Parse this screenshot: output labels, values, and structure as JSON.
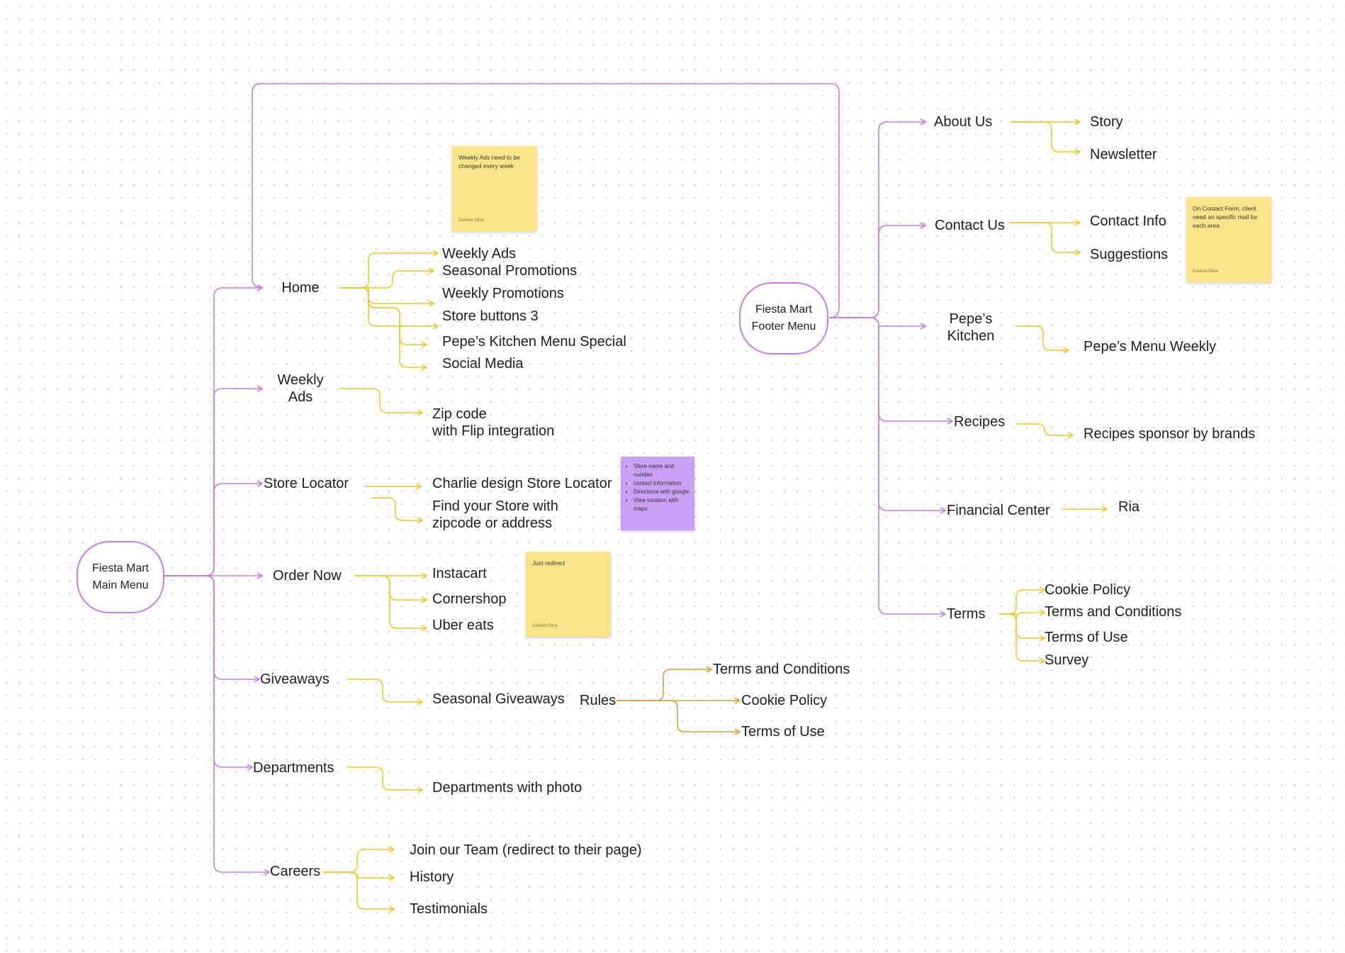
{
  "colors": {
    "main_connector": "#c67de8",
    "sub_connector": "#f5c531",
    "rules_connector": "#d4a23a",
    "sticky_yellow": "#fbe58a",
    "sticky_purple": "#c9a0f5"
  },
  "main_menu": {
    "root": "Fiesta Mart\nMain Menu",
    "home": {
      "label": "Home",
      "children": [
        "Weekly Ads",
        "Seasonal Promotions",
        "Weekly Promotions",
        "Store buttons 3",
        "Pepe’s Kitchen Menu Special",
        "Social Media"
      ]
    },
    "weekly_ads": {
      "label": "Weekly\nAds",
      "children": [
        "Zip code\nwith Flip integration"
      ]
    },
    "store_locator": {
      "label": "Store Locator",
      "children": [
        "Charlie design Store Locator",
        "Find your Store with\nzipcode or address"
      ]
    },
    "order_now": {
      "label": "Order Now",
      "children": [
        "Instacart",
        "Cornershop",
        "Uber eats"
      ]
    },
    "giveaways": {
      "label": "Giveaways",
      "children": [
        "Seasonal Giveaways"
      ],
      "rules": {
        "label": "Rules",
        "children": [
          "Terms and Conditions",
          "Cookie Policy",
          "Terms of Use"
        ]
      }
    },
    "departments": {
      "label": "Departments",
      "children": [
        "Departments with photo"
      ]
    },
    "careers": {
      "label": "Careers",
      "children": [
        "Join our Team (redirect to their page)",
        "History",
        "Testimonials"
      ]
    }
  },
  "footer_menu": {
    "root": "Fiesta Mart\nFooter Menu",
    "about_us": {
      "label": "About Us",
      "children": [
        "Story",
        "Newsletter"
      ]
    },
    "contact_us": {
      "label": "Contact Us",
      "children": [
        "Contact Info",
        "Suggestions"
      ]
    },
    "pepes_kitchen": {
      "label": "Pepe’s\nKitchen",
      "children": [
        "Pepe’s Menu Weekly"
      ]
    },
    "recipes": {
      "label": "Recipes",
      "children": [
        "Recipes sponsor by brands"
      ]
    },
    "financial_center": {
      "label": "Financial Center",
      "children": [
        "Ria"
      ]
    },
    "terms": {
      "label": "Terms",
      "children": [
        "Cookie Policy",
        "Terms and Conditions",
        "Terms of Use",
        "Survey"
      ]
    }
  },
  "stickies": {
    "weekly_ads_note": {
      "text": "Weekly Ads need to be changed every week",
      "author": "Daniela Oliva"
    },
    "contact_note": {
      "text": "On Contact Form, client need an specific mail for each area",
      "author": "Daniela Oliva"
    },
    "store_locator_note": {
      "items": [
        "Store name and number",
        "contact information",
        "Directions with google",
        "View location with maps"
      ]
    },
    "order_note": {
      "text": "Just redirect",
      "author": "Daniela Oliva"
    }
  }
}
